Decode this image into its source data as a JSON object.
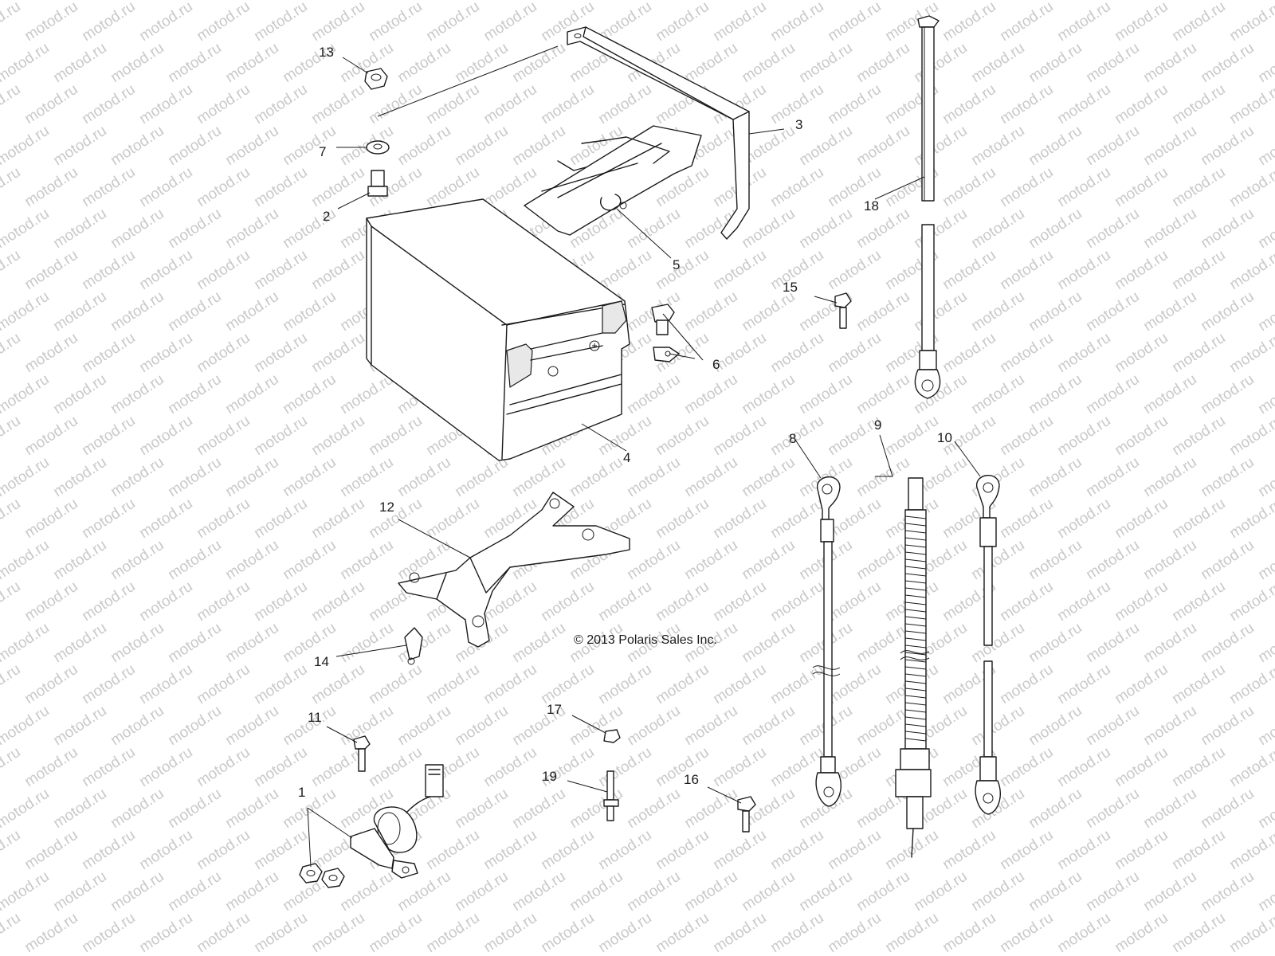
{
  "watermark": "motod.ru",
  "copyright": "© 2013 Polaris Sales Inc.",
  "callouts": {
    "c1": "1",
    "c2": "2",
    "c3": "3",
    "c4": "4",
    "c5": "5",
    "c6": "6",
    "c7": "7",
    "c8": "8",
    "c9": "9",
    "c10": "10",
    "c11": "11",
    "c12": "12",
    "c13": "13",
    "c14": "14",
    "c15": "15",
    "c16": "16",
    "c17": "17",
    "c18": "18",
    "c19": "19"
  }
}
